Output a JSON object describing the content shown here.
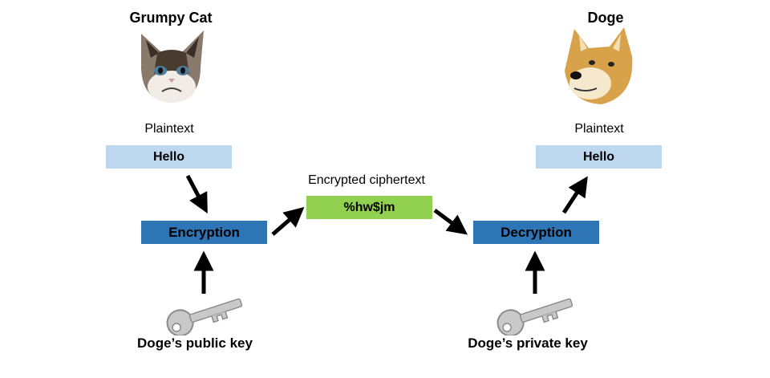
{
  "sender": {
    "name": "Grumpy Cat",
    "plaintext_caption": "Plaintext",
    "plaintext_value": "Hello"
  },
  "receiver": {
    "name": "Doge",
    "plaintext_caption": "Plaintext",
    "plaintext_value": "Hello"
  },
  "encryption": {
    "label": "Encryption"
  },
  "decryption": {
    "label": "Decryption"
  },
  "ciphertext": {
    "caption": "Encrypted ciphertext",
    "value": "%hw$jm"
  },
  "keys": {
    "public": "Doge’s public key",
    "private": "Doge’s private key"
  },
  "colors": {
    "plaintext_box": "#bdd7ee",
    "process_box": "#2e75b6",
    "ciphertext_box": "#92d050",
    "arrow": "#000000",
    "key": "#b8b8b8"
  }
}
